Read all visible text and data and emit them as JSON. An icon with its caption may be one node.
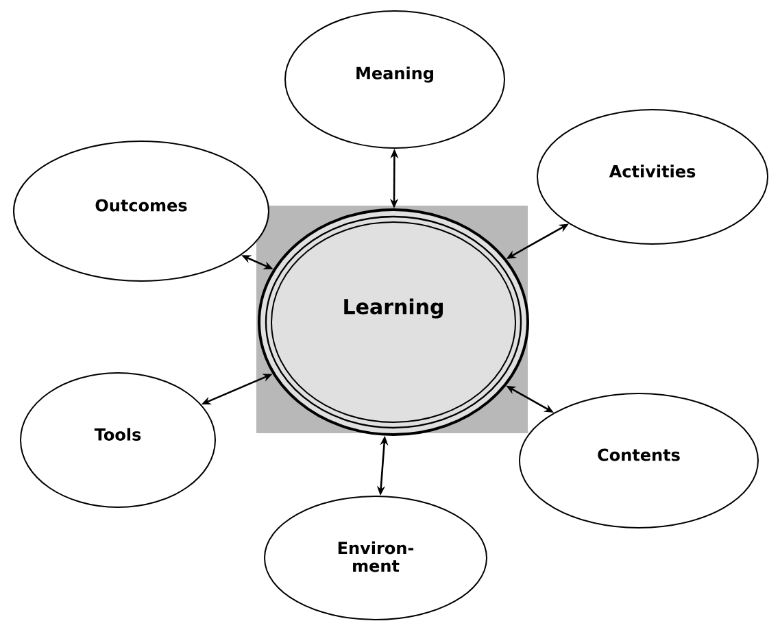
{
  "diagram": {
    "nodes": [
      {
        "text": [
          "Meaning"
        ]
      },
      {
        "text": [
          "Outcomes"
        ]
      },
      {
        "text": [
          "Activities"
        ]
      },
      {
        "text": [
          "Learning"
        ]
      },
      {
        "text": [
          "Tools"
        ]
      },
      {
        "text": [
          "Contents"
        ]
      },
      {
        "text": [
          "Environ- ment"
        ]
      }
    ],
    "edges": [
      {
        "from": 3,
        "to": 0,
        "arrow": "both"
      },
      {
        "from": 3,
        "to": 1,
        "arrow": "both"
      },
      {
        "from": 3,
        "to": 2,
        "arrow": "both"
      },
      {
        "from": 3,
        "to": 4,
        "arrow": "both"
      },
      {
        "from": 3,
        "to": 5,
        "arrow": "both"
      },
      {
        "from": 3,
        "to": 6,
        "arrow": "both"
      }
    ]
  }
}
